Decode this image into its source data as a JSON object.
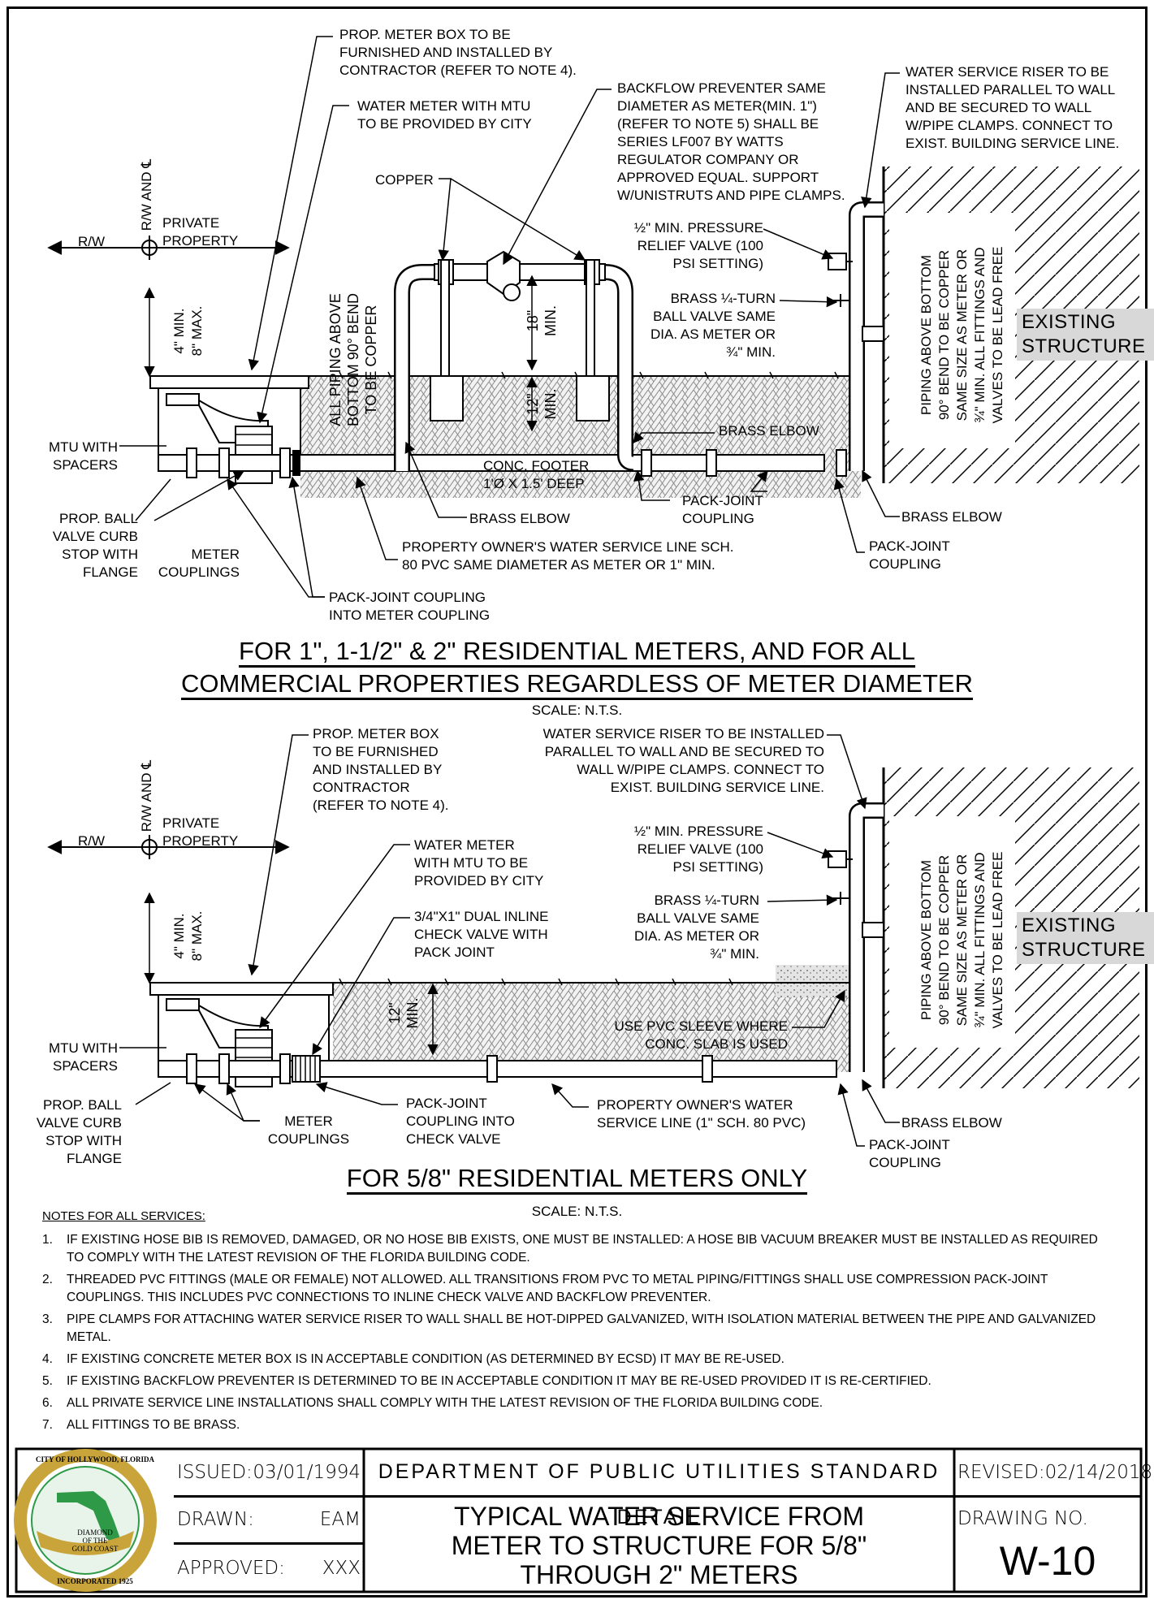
{
  "top_detail": {
    "rw_cl": "R/W AND ℄",
    "rw": "R/W",
    "private_property": "PRIVATE\nPROPERTY",
    "meter_box_depth": "4\" MIN.\n8\" MAX.",
    "meter_box": "PROP. METER BOX TO BE\nFURNISHED AND INSTALLED BY\nCONTRACTOR (REFER TO NOTE 4).",
    "water_meter": "WATER METER WITH MTU\nTO BE PROVIDED BY CITY",
    "copper": "COPPER",
    "backflow": "BACKFLOW PREVENTER SAME\nDIAMETER AS METER(MIN. 1\")\n(REFER TO NOTE 5) SHALL BE\nSERIES LF007 BY WATTS\nREGULATOR COMPANY OR\nAPPROVED EQUAL. SUPPORT\nW/UNISTRUTS AND PIPE CLAMPS.",
    "riser": "WATER SERVICE RISER TO BE\nINSTALLED PARALLEL TO WALL\nAND BE SECURED TO WALL\nW/PIPE CLAMPS. CONNECT TO\nEXIST. BUILDING SERVICE LINE.",
    "relief_valve": "½\" MIN. PRESSURE\nRELIEF VALVE (100\nPSI SETTING)",
    "ball_valve": "BRASS ¼-TURN\nBALL VALVE SAME\nDIA. AS METER OR\n¾\" MIN.",
    "existing_structure": "EXISTING\nSTRUCTURE",
    "copper_note": "ALL PIPING ABOVE\nBOTTOM 90° BEND\nTO BE COPPER",
    "height_18": "18\"\nMIN.",
    "depth_12": "12\"\nMIN.",
    "wall_note": "PIPING ABOVE BOTTOM\n90° BEND TO BE COPPER\nSAME SIZE AS METER OR\n¾\" MIN. ALL FITTINGS AND\nVALVES TO BE LEAD FREE",
    "mtu": "MTU WITH\nSPACERS",
    "ball_valve_curb": "PROP. BALL\nVALVE CURB\nSTOP WITH\nFLANGE",
    "meter_couplings": "METER\nCOUPLINGS",
    "conc_footer": "CONC. FOOTER\n1'Ø X 1.5' DEEP",
    "brass_elbow_1": "BRASS ELBOW",
    "brass_elbow_2": "BRASS ELBOW",
    "brass_elbow_3": "BRASS ELBOW",
    "pack_joint_1": "PACK-JOINT\nCOUPLING",
    "pack_joint_2": "PACK-JOINT\nCOUPLING",
    "service_line": "PROPERTY OWNER'S WATER SERVICE LINE SCH.\n80 PVC SAME DIAMETER AS METER OR 1\" MIN.",
    "pack_joint_meter": "PACK-JOINT COUPLING\nINTO METER COUPLING",
    "title_line1": "FOR 1\", 1-1/2\" & 2\" RESIDENTIAL METERS, AND FOR ALL",
    "title_line2": "COMMERCIAL PROPERTIES REGARDLESS OF METER DIAMETER",
    "scale": "SCALE: N.T.S."
  },
  "bottom_detail": {
    "rw_cl": "R/W AND ℄",
    "rw": "R/W",
    "private_property": "PRIVATE\nPROPERTY",
    "meter_box_depth": "4\" MIN.\n8\" MAX.",
    "meter_box": "PROP. METER BOX\nTO BE FURNISHED\nAND INSTALLED BY\nCONTRACTOR\n(REFER TO NOTE 4).",
    "water_meter": "WATER METER\nWITH MTU TO BE\nPROVIDED BY CITY",
    "check_valve": "3/4\"X1\" DUAL INLINE\nCHECK VALVE WITH\nPACK JOINT",
    "riser": "WATER SERVICE RISER TO BE INSTALLED\nPARALLEL TO WALL AND BE SECURED TO\nWALL W/PIPE CLAMPS. CONNECT TO\nEXIST. BUILDING SERVICE LINE.",
    "relief_valve": "½\" MIN. PRESSURE\nRELIEF VALVE (100\nPSI SETTING)",
    "ball_valve": "BRASS ¼-TURN\nBALL VALVE SAME\nDIA. AS METER OR\n¾\" MIN.",
    "existing_structure": "EXISTING\nSTRUCTURE",
    "depth_12": "12\"\nMIN.",
    "pvc_sleeve": "USE PVC SLEEVE WHERE\nCONC. SLAB IS USED",
    "wall_note": "PIPING ABOVE BOTTOM\n90° BEND TO BE COPPER\nSAME SIZE AS METER OR\n¾\" MIN. ALL FITTINGS AND\nVALVES TO BE LEAD FREE",
    "mtu": "MTU WITH\nSPACERS",
    "ball_valve_curb": "PROP. BALL\nVALVE CURB\nSTOP WITH\nFLANGE",
    "meter_couplings": "METER\nCOUPLINGS",
    "pack_joint_check": "PACK-JOINT\nCOUPLING INTO\nCHECK VALVE",
    "service_line": "PROPERTY OWNER'S WATER\nSERVICE LINE (1\" SCH. 80 PVC)",
    "brass_elbow": "BRASS ELBOW",
    "pack_joint": "PACK-JOINT\nCOUPLING",
    "title": "FOR 5/8\" RESIDENTIAL METERS ONLY",
    "scale": "SCALE: N.T.S."
  },
  "notes": {
    "heading": "NOTES FOR ALL SERVICES:",
    "items": [
      {
        "num": "1.",
        "text": "IF EXISTING HOSE BIB IS REMOVED, DAMAGED, OR NO HOSE BIB EXISTS, ONE MUST BE INSTALLED: A HOSE BIB VACUUM BREAKER MUST BE INSTALLED AS REQUIRED TO COMPLY WITH THE LATEST REVISION OF THE FLORIDA BUILDING CODE."
      },
      {
        "num": "2.",
        "text": "THREADED PVC FITTINGS (MALE OR FEMALE) NOT ALLOWED. ALL TRANSITIONS FROM PVC TO METAL PIPING/FITTINGS SHALL USE COMPRESSION PACK-JOINT COUPLINGS. THIS INCLUDES PVC CONNECTIONS TO INLINE CHECK VALVE AND BACKFLOW PREVENTER."
      },
      {
        "num": "3.",
        "text": "PIPE CLAMPS FOR ATTACHING WATER SERVICE RISER TO WALL SHALL BE HOT-DIPPED GALVANIZED, WITH ISOLATION MATERIAL BETWEEN THE PIPE AND GALVANIZED METAL."
      },
      {
        "num": "4.",
        "text": "IF EXISTING CONCRETE METER BOX IS IN ACCEPTABLE CONDITION (AS DETERMINED BY ECSD) IT MAY BE RE-USED."
      },
      {
        "num": "5.",
        "text": "IF EXISTING BACKFLOW PREVENTER IS DETERMINED TO BE IN ACCEPTABLE CONDITION IT MAY BE RE-USED PROVIDED IT IS RE-CERTIFIED."
      },
      {
        "num": "6.",
        "text": "ALL PRIVATE SERVICE LINE INSTALLATIONS SHALL COMPLY WITH THE LATEST REVISION OF THE FLORIDA BUILDING CODE."
      },
      {
        "num": "7.",
        "text": "ALL FITTINGS TO BE BRASS."
      }
    ]
  },
  "title_block": {
    "logo": {
      "ring_top": "CITY OF HOLLYWOOD, FLORIDA",
      "ring_bottom": "INCORPORATED 1925",
      "center": "DIAMOND\nOF THE\nGOLD COAST"
    },
    "issued_label": "ISSUED:",
    "issued": "03/01/1994",
    "drawn_label": "DRAWN:",
    "drawn": "EAM",
    "approved_label": "APPROVED:",
    "approved": "XXX",
    "department": "DEPARTMENT OF PUBLIC UTILITIES STANDARD DETAIL",
    "drawing_title": "TYPICAL WATER SERVICE FROM\nMETER TO STRUCTURE FOR 5/8\"\nTHROUGH 2\" METERS",
    "revised_label": "REVISED:",
    "revised": "02/14/2018",
    "drawing_no_label": "DRAWING NO.",
    "drawing_no": "W-10"
  },
  "colors": {
    "line": "#000000",
    "soil_hatch": "#8a8a8a",
    "label_bg": "#d8d8d8",
    "logo_green": "#2e9a48",
    "logo_gold": "#c8a43a"
  }
}
